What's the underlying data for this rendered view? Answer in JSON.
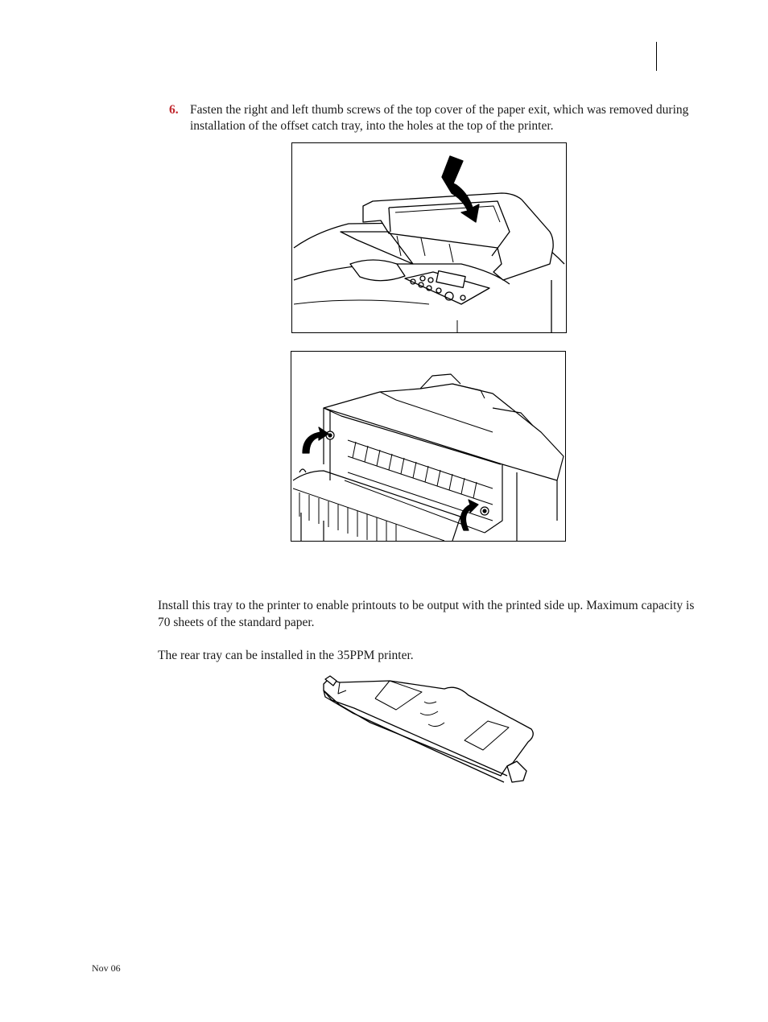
{
  "step": {
    "number": "6.",
    "text": "Fasten the right and left thumb screws of the top cover of the paper exit, which was removed during installation of the offset catch tray, into the holes at the top of the printer."
  },
  "paragraphs": {
    "install": "Install this tray to the printer to enable printouts to be output with the printed side up. Maximum capacity is 70 sheets of the standard paper.",
    "rear_tray": "The rear tray can be installed in the 35PPM printer."
  },
  "footer": {
    "date": "Nov 06"
  },
  "colors": {
    "step_number": "#c0272d",
    "text": "#1a1a1a"
  }
}
